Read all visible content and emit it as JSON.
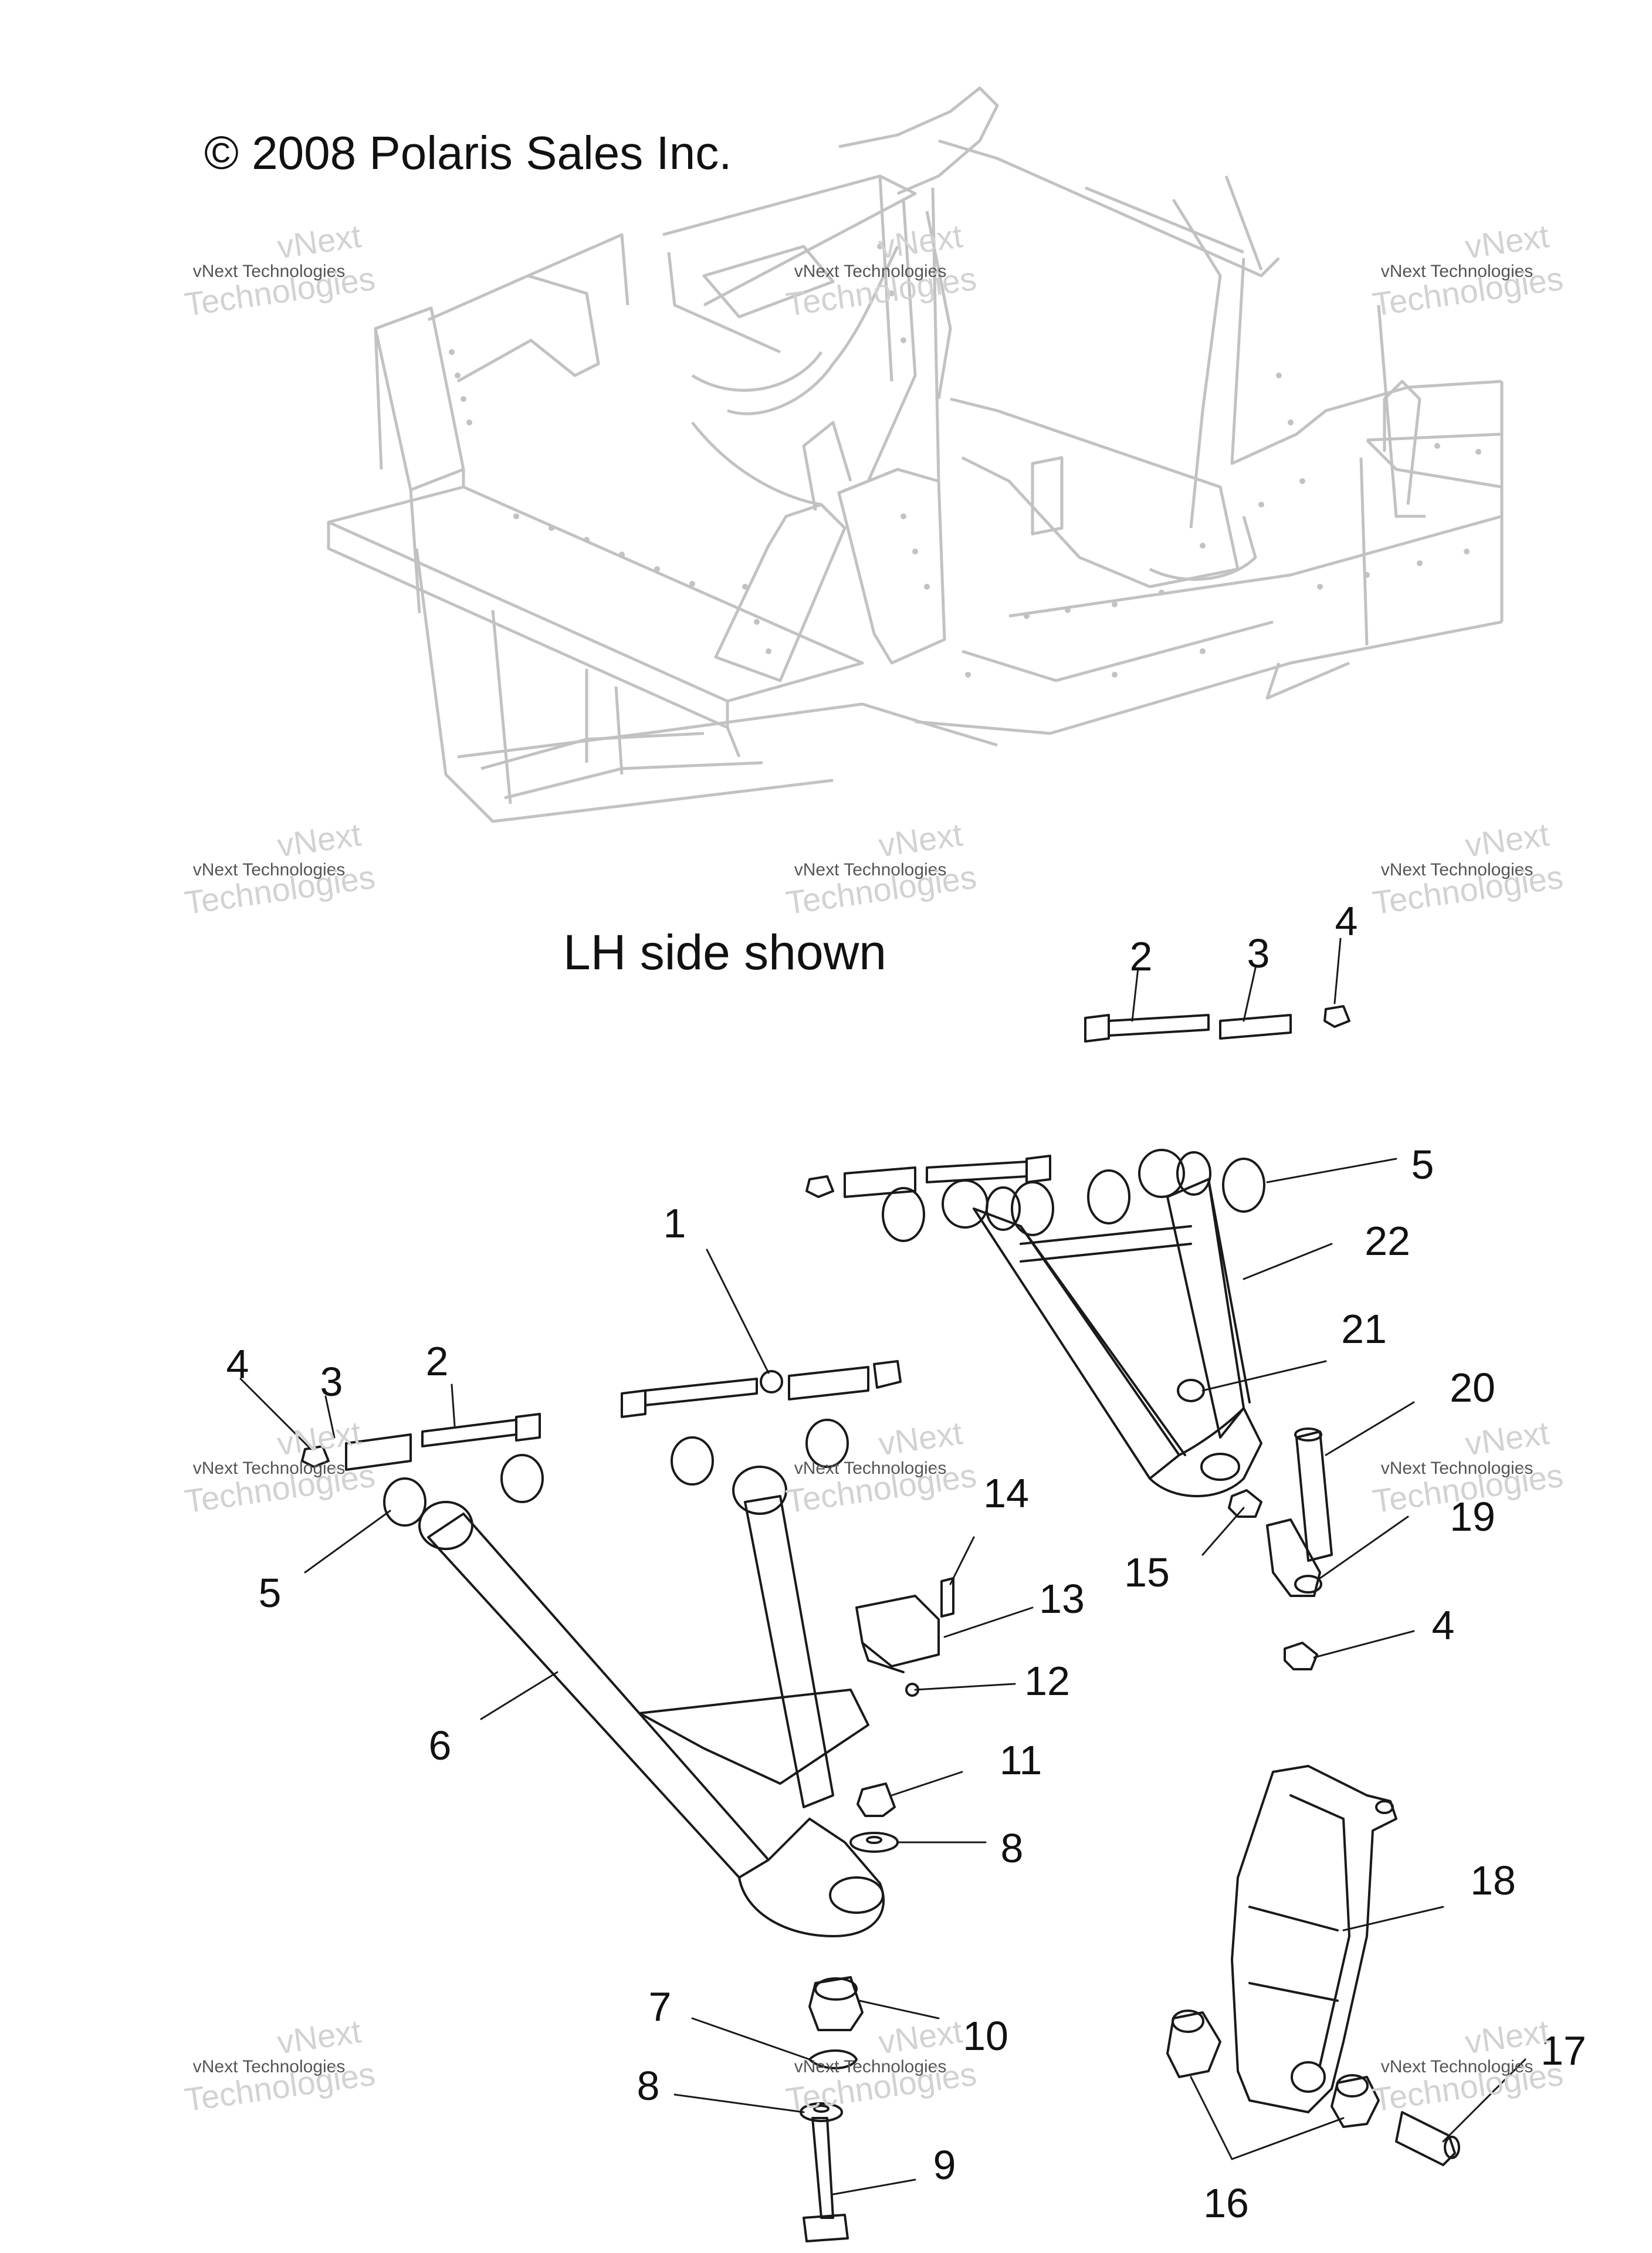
{
  "copyright": "© 2008 Polaris Sales Inc.",
  "view_note": "LH side shown",
  "watermark": {
    "line1": "vNext",
    "line2": "vNext Technologies",
    "line3": "Technologies"
  },
  "callouts": {
    "c1": "1",
    "c2a": "2",
    "c2b": "2",
    "c3a": "3",
    "c3b": "3",
    "c4a": "4",
    "c4b": "4",
    "c4c": "4",
    "c5a": "5",
    "c5b": "5",
    "c6": "6",
    "c7": "7",
    "c8a": "8",
    "c8b": "8",
    "c9": "9",
    "c10": "10",
    "c11": "11",
    "c12": "12",
    "c13": "13",
    "c14": "14",
    "c15": "15",
    "c16": "16",
    "c17": "17",
    "c18": "18",
    "c19": "19",
    "c20": "20",
    "c21": "21",
    "c22": "22"
  },
  "colors": {
    "frame": "#c2c2c2",
    "parts": "#1a1a1a",
    "watermark": "#d2d2d2"
  }
}
